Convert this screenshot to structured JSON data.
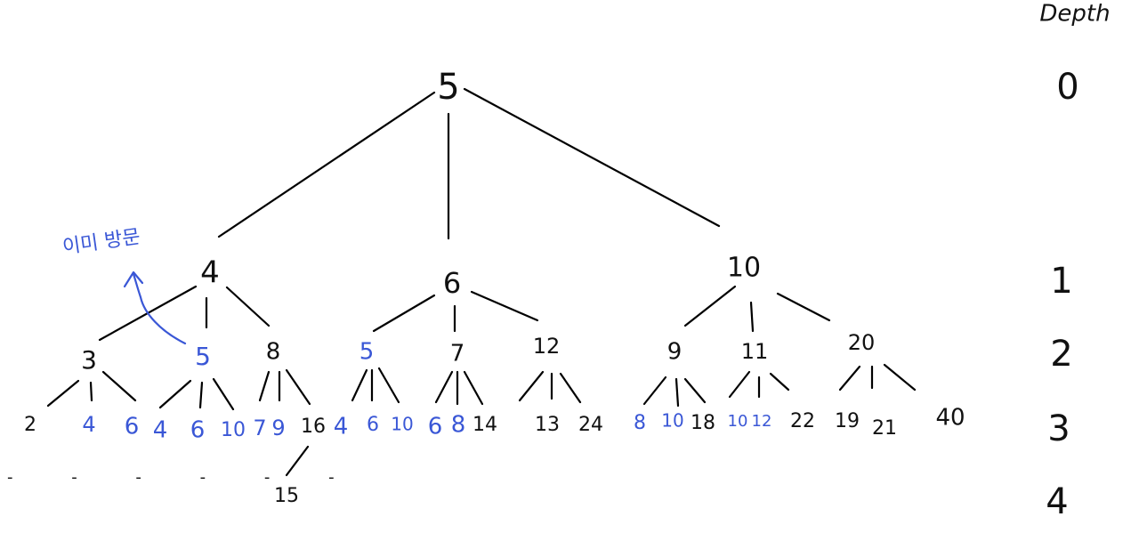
{
  "colors": {
    "visited": "#3a57d6",
    "normal": "#111111",
    "note": "#3a57d6"
  },
  "depth_header": "Depth",
  "depth_labels": [
    "0",
    "1",
    "2",
    "3",
    "4"
  ],
  "note": {
    "text": "이미 방문",
    "icon": "curved-arrow-up-icon"
  },
  "ellipsis": "- - - - - -",
  "nodes": [
    {
      "id": "n0",
      "label": "5",
      "visited": false
    },
    {
      "id": "n1a",
      "label": "4",
      "visited": false
    },
    {
      "id": "n1b",
      "label": "6",
      "visited": false
    },
    {
      "id": "n1c",
      "label": "10",
      "visited": false
    },
    {
      "id": "n2a",
      "label": "3",
      "visited": false
    },
    {
      "id": "n2b",
      "label": "5",
      "visited": true
    },
    {
      "id": "n2c",
      "label": "8",
      "visited": false
    },
    {
      "id": "n2d",
      "label": "5",
      "visited": true
    },
    {
      "id": "n2e",
      "label": "7",
      "visited": false
    },
    {
      "id": "n2f",
      "label": "12",
      "visited": false
    },
    {
      "id": "n2g",
      "label": "9",
      "visited": false
    },
    {
      "id": "n2h",
      "label": "11",
      "visited": false
    },
    {
      "id": "n2i",
      "label": "20",
      "visited": false
    },
    {
      "id": "n3_1",
      "label": "2",
      "visited": false
    },
    {
      "id": "n3_2",
      "label": "4",
      "visited": true
    },
    {
      "id": "n3_3",
      "label": "6",
      "visited": true
    },
    {
      "id": "n3_4",
      "label": "4",
      "visited": true
    },
    {
      "id": "n3_5",
      "label": "6",
      "visited": true
    },
    {
      "id": "n3_6",
      "label": "10",
      "visited": true
    },
    {
      "id": "n3_7",
      "label": "7",
      "visited": true
    },
    {
      "id": "n3_8",
      "label": "9",
      "visited": true
    },
    {
      "id": "n3_9",
      "label": "16",
      "visited": false
    },
    {
      "id": "n3_10",
      "label": "4",
      "visited": true
    },
    {
      "id": "n3_11",
      "label": "6",
      "visited": true
    },
    {
      "id": "n3_12",
      "label": "10",
      "visited": true
    },
    {
      "id": "n3_13",
      "label": "6",
      "visited": true
    },
    {
      "id": "n3_14",
      "label": "8",
      "visited": true
    },
    {
      "id": "n3_15",
      "label": "14",
      "visited": false
    },
    {
      "id": "n3_16",
      "label": "13",
      "visited": false
    },
    {
      "id": "n3_17",
      "label": "24",
      "visited": false
    },
    {
      "id": "n3_18",
      "label": "8",
      "visited": true
    },
    {
      "id": "n3_19",
      "label": "10",
      "visited": true
    },
    {
      "id": "n3_20",
      "label": "18",
      "visited": false
    },
    {
      "id": "n3_21",
      "label": "10",
      "visited": true
    },
    {
      "id": "n3_22",
      "label": "12",
      "visited": true
    },
    {
      "id": "n3_23",
      "label": "22",
      "visited": false
    },
    {
      "id": "n3_24",
      "label": "19",
      "visited": false
    },
    {
      "id": "n3_25",
      "label": "21",
      "visited": false
    },
    {
      "id": "n3_26",
      "label": "40",
      "visited": false
    },
    {
      "id": "n4_1",
      "label": "15",
      "visited": false
    }
  ]
}
